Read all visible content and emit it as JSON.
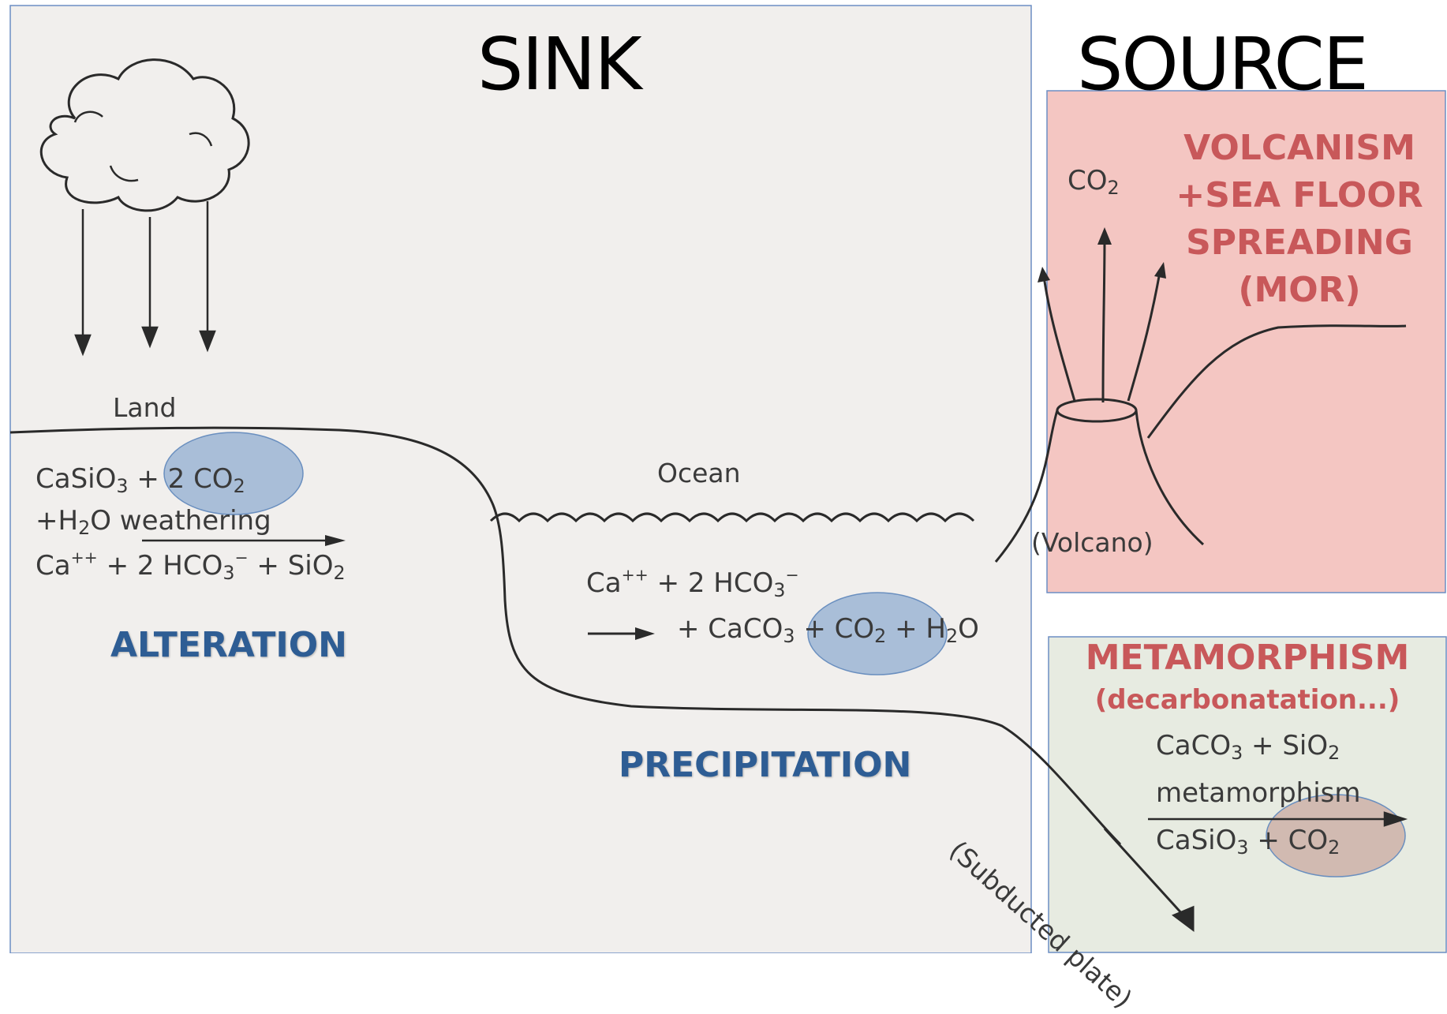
{
  "titles": {
    "sink": "SINK",
    "source": "SOURCE"
  },
  "land": {
    "label": "Land"
  },
  "ocean": {
    "label": "Ocean"
  },
  "volcano": {
    "label": "(Volcano)"
  },
  "plate": {
    "label": "(Subducted plate)"
  },
  "weathering": {
    "line1_a": "CaSiO",
    "line1_sub": "3",
    "line1_b": "+ 2 CO",
    "line1_sub2": "2",
    "line2_a": "+H",
    "line2_sub": "2",
    "line2_b": "O weathering",
    "line3_a": "Ca",
    "line3_sup": "++",
    "line3_b": "+ 2 HCO",
    "line3_sub": "3",
    "line3_sup2": "−",
    "line3_c": "+ SiO",
    "line3_sub2": "2"
  },
  "precip": {
    "line1_a": "Ca",
    "line1_sup": "++",
    "line1_b": "+ 2 HCO",
    "line1_sub": "3",
    "line1_sup2": "−",
    "line2_a": "+ CaCO",
    "line2_sub": "3",
    "line2_b": "+ CO",
    "line2_sub2": "2",
    "line2_c": "+ H",
    "line2_sub3": "2",
    "line2_d": "O"
  },
  "volcanic_co2": {
    "a": "CO",
    "sub": "2"
  },
  "meta_eq": {
    "line1_a": "CaCO",
    "line1_sub": "3",
    "line1_b": "+ SiO",
    "line1_sub2": "2",
    "line2": "metamorphism",
    "line3_a": "CaSiO",
    "line3_sub": "3",
    "line3_b": "+ CO",
    "line3_sub2": "2"
  },
  "processes": {
    "alteration": "ALTERATION",
    "precipitation": "PRECIPITATION",
    "volcanism": [
      "VOLCANISM",
      "+SEA FLOOR",
      "SPREADING",
      "(MOR)"
    ],
    "metamorphism": "METAMORPHISM",
    "metamorphism_sub": "(decarbonatation...)"
  },
  "colors": {
    "sink_bg": "#f1efed",
    "volcanism_bg": "#f4c6c2",
    "metamorphism_bg": "#e7ebe1",
    "highlight_blue": "#8aa9cf",
    "highlight_brown": "#c9a9a0",
    "process_blue": "#2e5d94",
    "process_red": "#c8585a"
  }
}
